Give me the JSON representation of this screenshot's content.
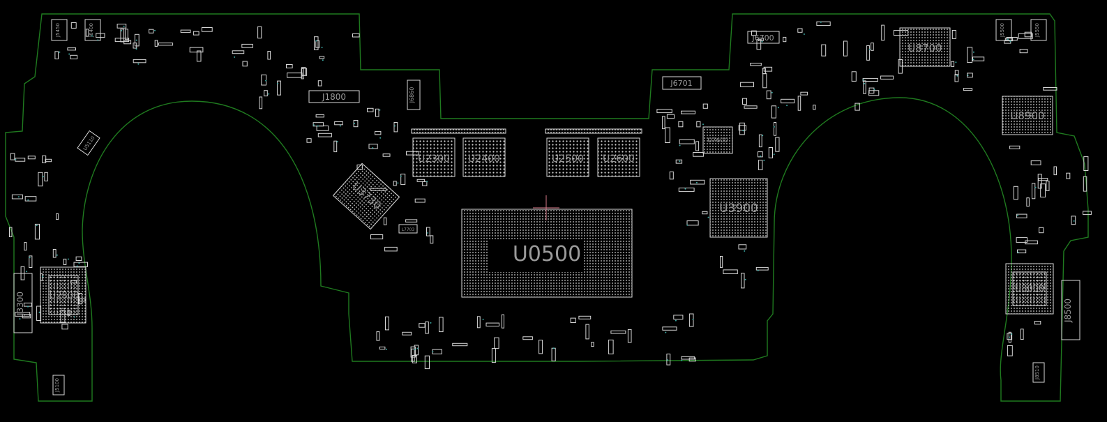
{
  "viewer": {
    "background_color": "#000000",
    "outline_color": "#1f7a1f",
    "component_color": "#d8d8d8",
    "label_color": "#9a9a9a",
    "cursor_color": "#d77a8a",
    "via_color": "#3aa6a0"
  },
  "labels": {
    "j5450": "J5450",
    "j6400": "J6400",
    "u5110": "U5110",
    "j1800": "J1800",
    "j6860": "J6860",
    "u3730": "U3730",
    "l7703": "L7703",
    "u2300": "U2300",
    "u2400": "U2400",
    "u2500": "U2500",
    "u2600": "U2600",
    "u0500": "U0500",
    "u2800": "U2800",
    "j3300": "J3300",
    "j5100": "J5100",
    "j6700": "J6700",
    "j6701": "J6701",
    "u7600": "U7600",
    "u3900": "U3900",
    "u8700": "U8700",
    "u8900": "U8900",
    "j8500": "J8500",
    "j5500": "J5500",
    "j5550": "J5550",
    "u8000": "U8000",
    "j8510": "J8510"
  }
}
